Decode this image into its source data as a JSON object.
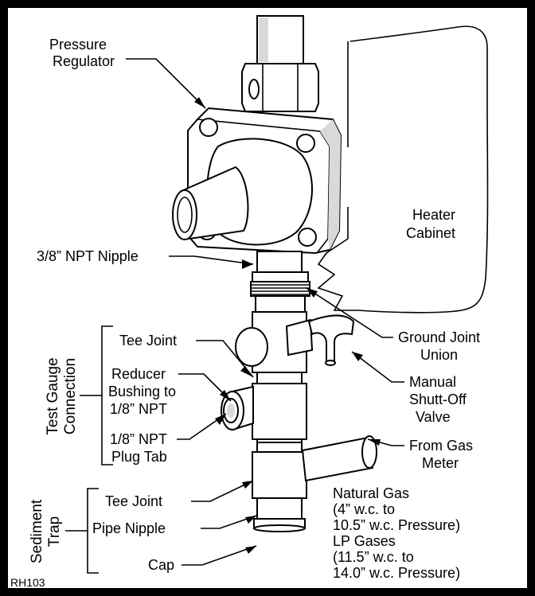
{
  "labels": {
    "pressure_regulator": [
      "Pressure",
      "Regulator"
    ],
    "heater_cabinet": [
      "Heater",
      "Cabinet"
    ],
    "npt_nipple": "3/8” NPT Nipple",
    "ground_joint_union": [
      "Ground Joint",
      "Union"
    ],
    "tee_joint_upper": "Tee Joint",
    "manual_valve": [
      "Manual",
      "Shutt-Off",
      "Valve"
    ],
    "reducer_bushing": [
      "Reducer",
      "Bushing to",
      "1/8” NPT"
    ],
    "plug_tab": [
      "1/8” NPT",
      "Plug Tab"
    ],
    "from_gas_meter": [
      "From Gas",
      "Meter"
    ],
    "tee_joint_lower": "Tee Joint",
    "pipe_nipple": "Pipe Nipple",
    "cap": "Cap",
    "pressures": [
      "Natural Gas",
      "(4” w.c. to",
      "10.5” w.c. Pressure)",
      "LP Gases",
      "(11.5” w.c. to",
      "14.0” w.c. Pressure)"
    ],
    "test_gauge_connection": [
      "Test Gauge",
      "Connection"
    ],
    "sediment_trap": [
      "Sediment",
      "Trap"
    ]
  },
  "figure_code": "RH103"
}
